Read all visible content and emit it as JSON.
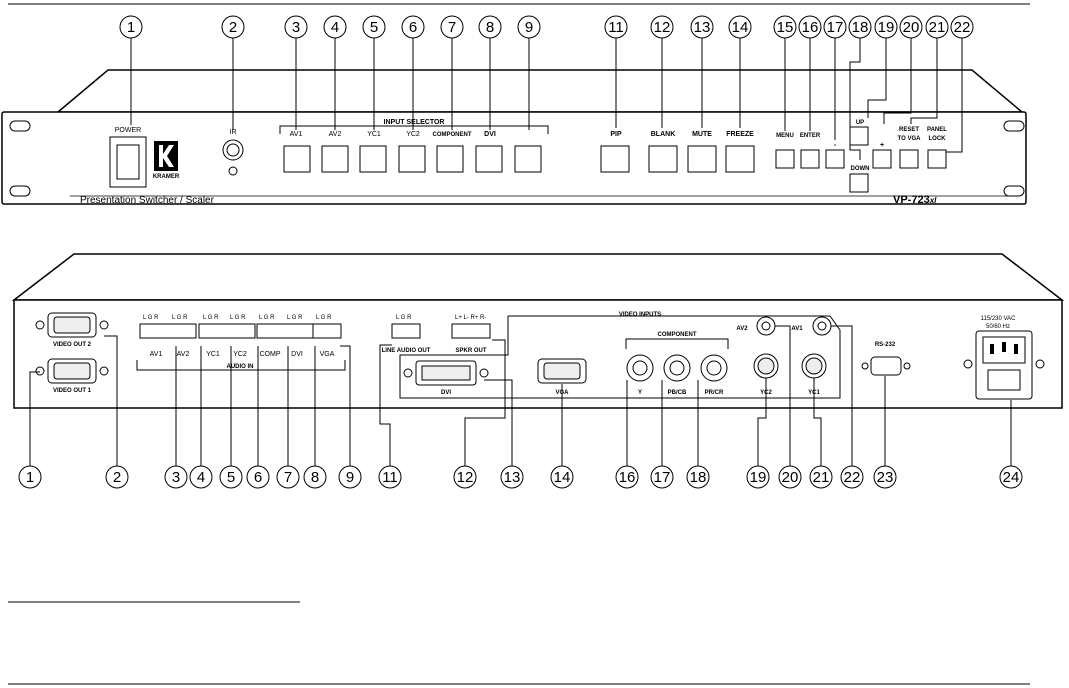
{
  "front_panel": {
    "power_label": "POWER",
    "ir_label": "IR",
    "input_selector_label": "INPUT SELECTOR",
    "brand_label": "KRAMER",
    "product_line": "Presentation Switcher / Scaler",
    "model": "VP-723",
    "model_suffix": "xl",
    "inputs": [
      "AV1",
      "AV2",
      "YC1",
      "YC2",
      "COMPONENT",
      "DVI"
    ],
    "pip_label": "PIP",
    "blank_label": "BLANK",
    "mute_label": "MUTE",
    "freeze_label": "FREEZE",
    "menu_label": "MENU",
    "enter_label": "ENTER",
    "minus_label": "-",
    "plus_label": "+",
    "up_label": "UP",
    "down_label": "DOWN",
    "reset_label": "RESET",
    "to_vga_label": "TO VGA",
    "panel_label": "PANEL",
    "lock_label": "LOCK",
    "callouts": [
      "1",
      "2",
      "3",
      "4",
      "5",
      "6",
      "7",
      "8",
      "9",
      "11",
      "12",
      "13",
      "14",
      "15",
      "16",
      "17",
      "18",
      "19",
      "20",
      "21",
      "22"
    ]
  },
  "rear_panel": {
    "video_out_2": "VIDEO OUT 2",
    "video_out_1": "VIDEO OUT 1",
    "audio_in_label": "AUDIO IN",
    "audio_inputs": [
      "AV1",
      "AV2",
      "YC1",
      "YC2",
      "COMP",
      "DVI",
      "VGA"
    ],
    "lg_r_label": "L G R",
    "line_audio_out": "LINE AUDIO OUT",
    "spkr_out": "SPKR OUT",
    "spkr_pins": "L+ L- R+ R-",
    "video_inputs_label": "VIDEO INPUTS",
    "component_label": "COMPONENT",
    "component_ports": [
      "Y",
      "PB/CB",
      "PR/CR"
    ],
    "dvi_label": "DVI",
    "vga_label": "VGA",
    "yc2_label": "YC2",
    "yc1_label": "YC1",
    "av2_label": "AV2",
    "av1_label": "AV1",
    "rs232_label": "RS-232",
    "power_spec_1": "115/230 VAC",
    "power_spec_2": "50/60 Hz",
    "callouts": [
      "1",
      "2",
      "3",
      "4",
      "5",
      "6",
      "7",
      "8",
      "9",
      "11",
      "12",
      "13",
      "14",
      "16",
      "17",
      "18",
      "19",
      "20",
      "21",
      "22",
      "23",
      "24"
    ]
  }
}
